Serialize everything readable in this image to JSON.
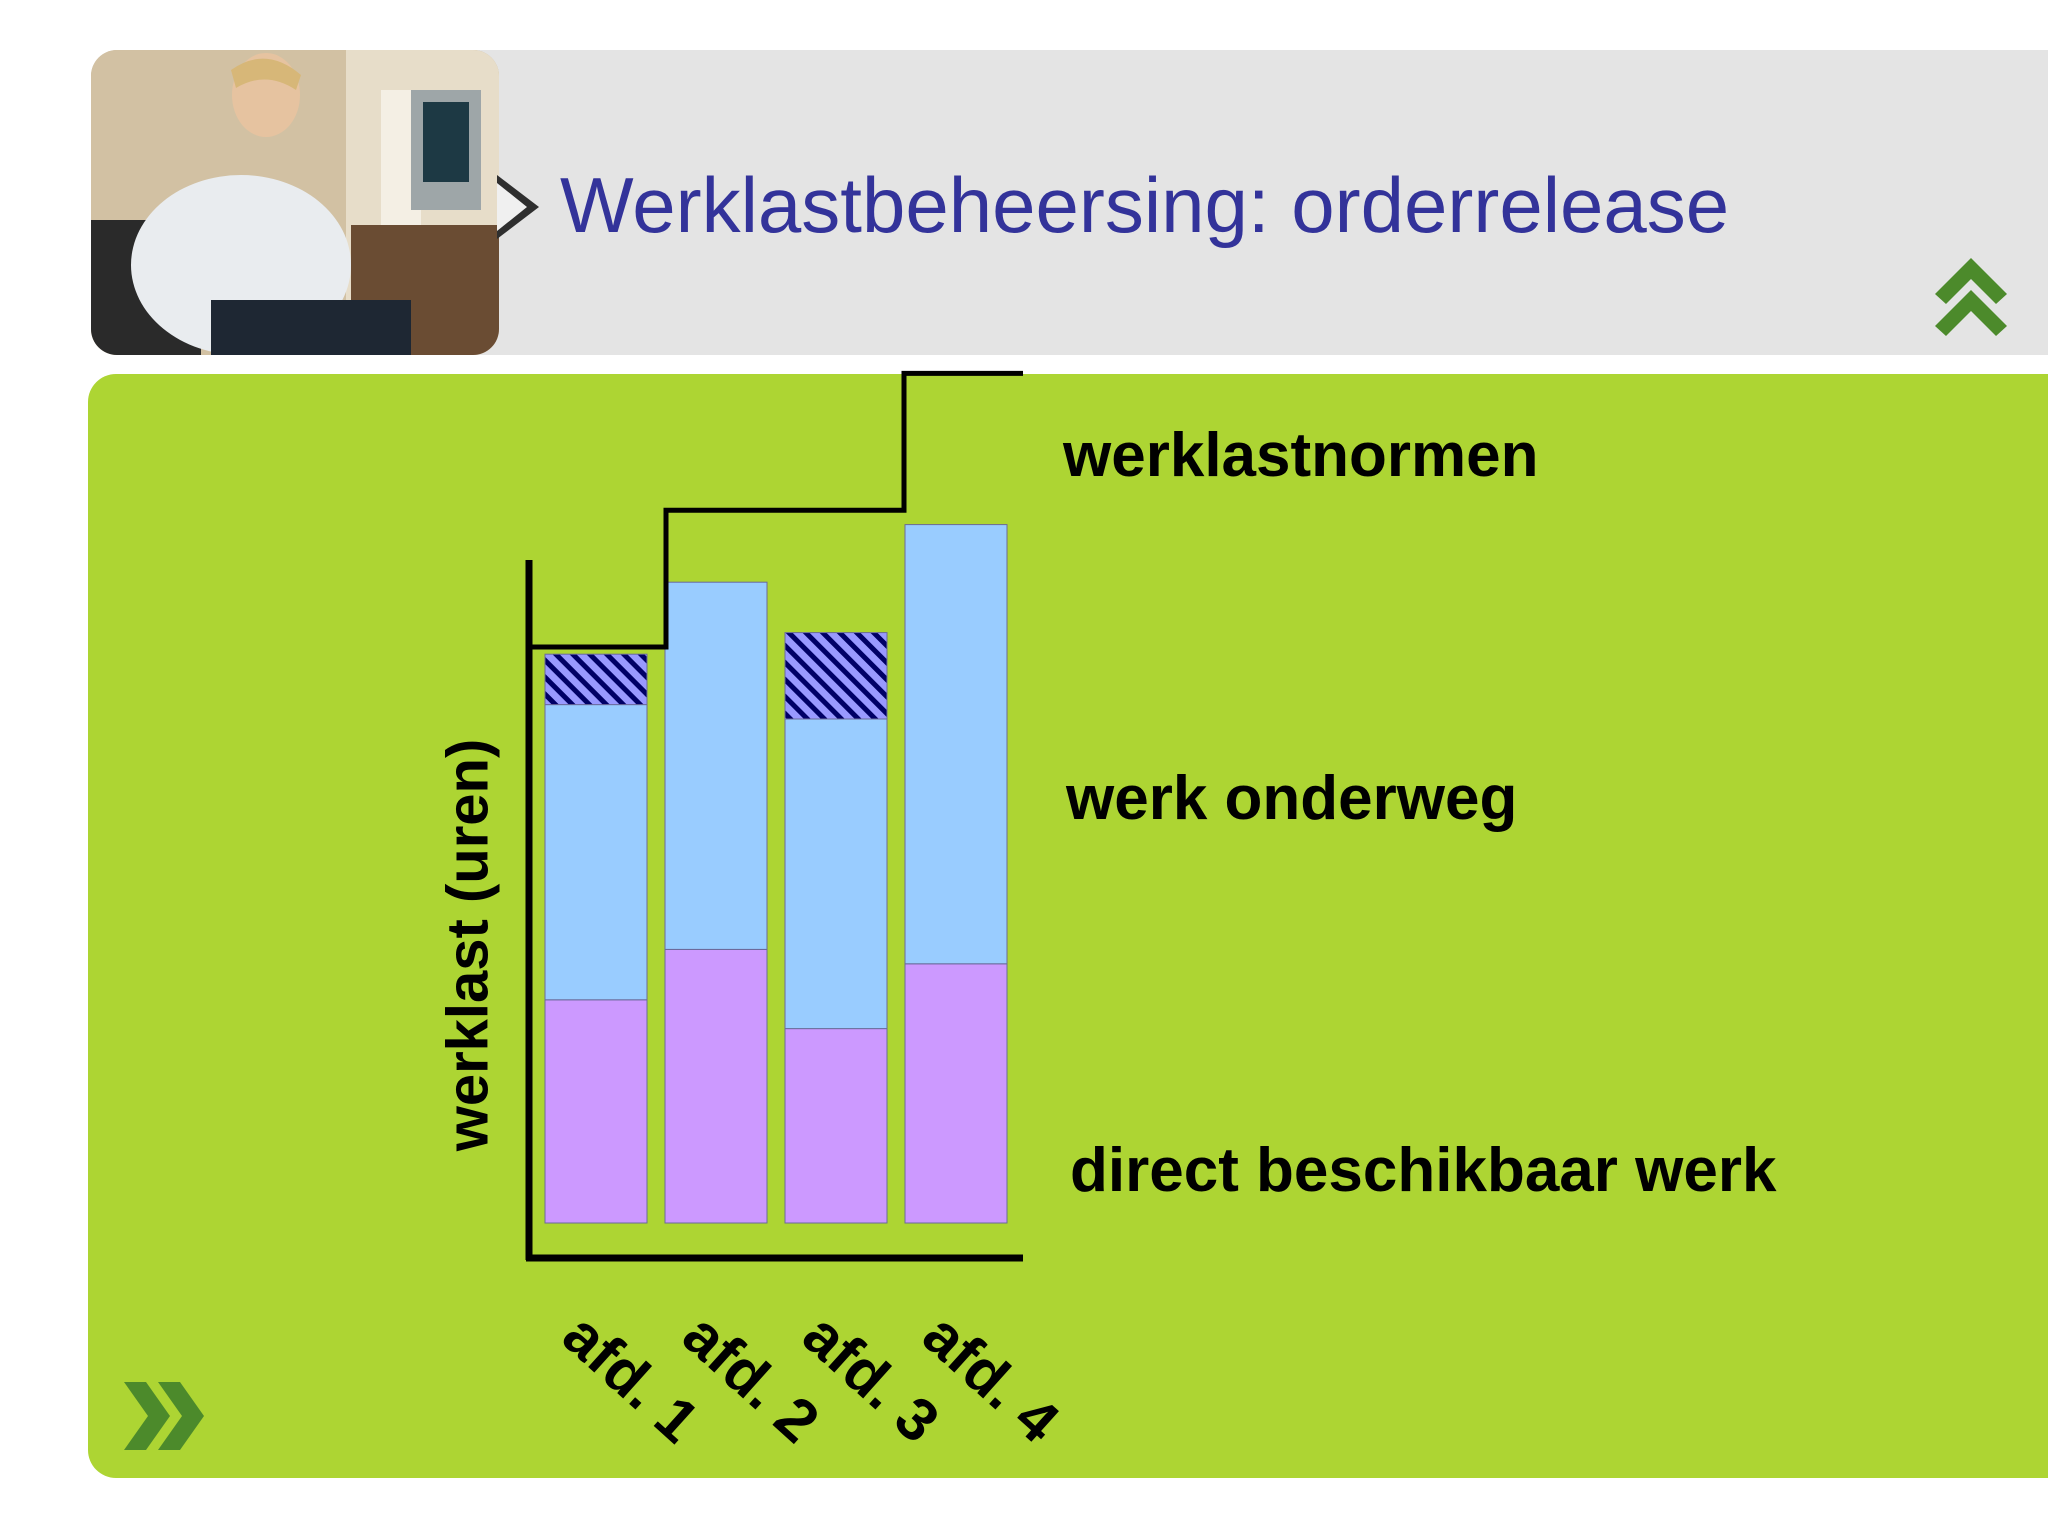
{
  "slide": {
    "title": "Werklastbeheersing: orderrelease",
    "icons": [
      "chevron-double-up-icon",
      "chevron-double-right-icon"
    ],
    "colors": {
      "title": "#33339a",
      "panel": "#add533",
      "header": "#e4e4e4",
      "accent": "#4c8a2b"
    }
  },
  "chart_data": {
    "type": "bar",
    "stacked": true,
    "categories": [
      "afd. 1",
      "afd. 2",
      "afd. 3",
      "afd. 4"
    ],
    "ylabel": "werklast (uren)",
    "xlabel": "",
    "ylim": [
      0,
      100
    ],
    "grid": false,
    "series": [
      {
        "name": "direct beschikbaar werk",
        "values": [
          31,
          38,
          27,
          36
        ],
        "color": "#cc99ff"
      },
      {
        "name": "werk onderweg",
        "values": [
          41,
          51,
          43,
          61
        ],
        "color": "#99ccff"
      },
      {
        "values": [
          7,
          0,
          12,
          0
        ],
        "color": "#9999ff",
        "pattern": "hatched"
      }
    ],
    "annotations": [
      {
        "text": "werklastnormen",
        "type": "step-line",
        "values": [
          80,
          99,
          118
        ]
      }
    ]
  }
}
